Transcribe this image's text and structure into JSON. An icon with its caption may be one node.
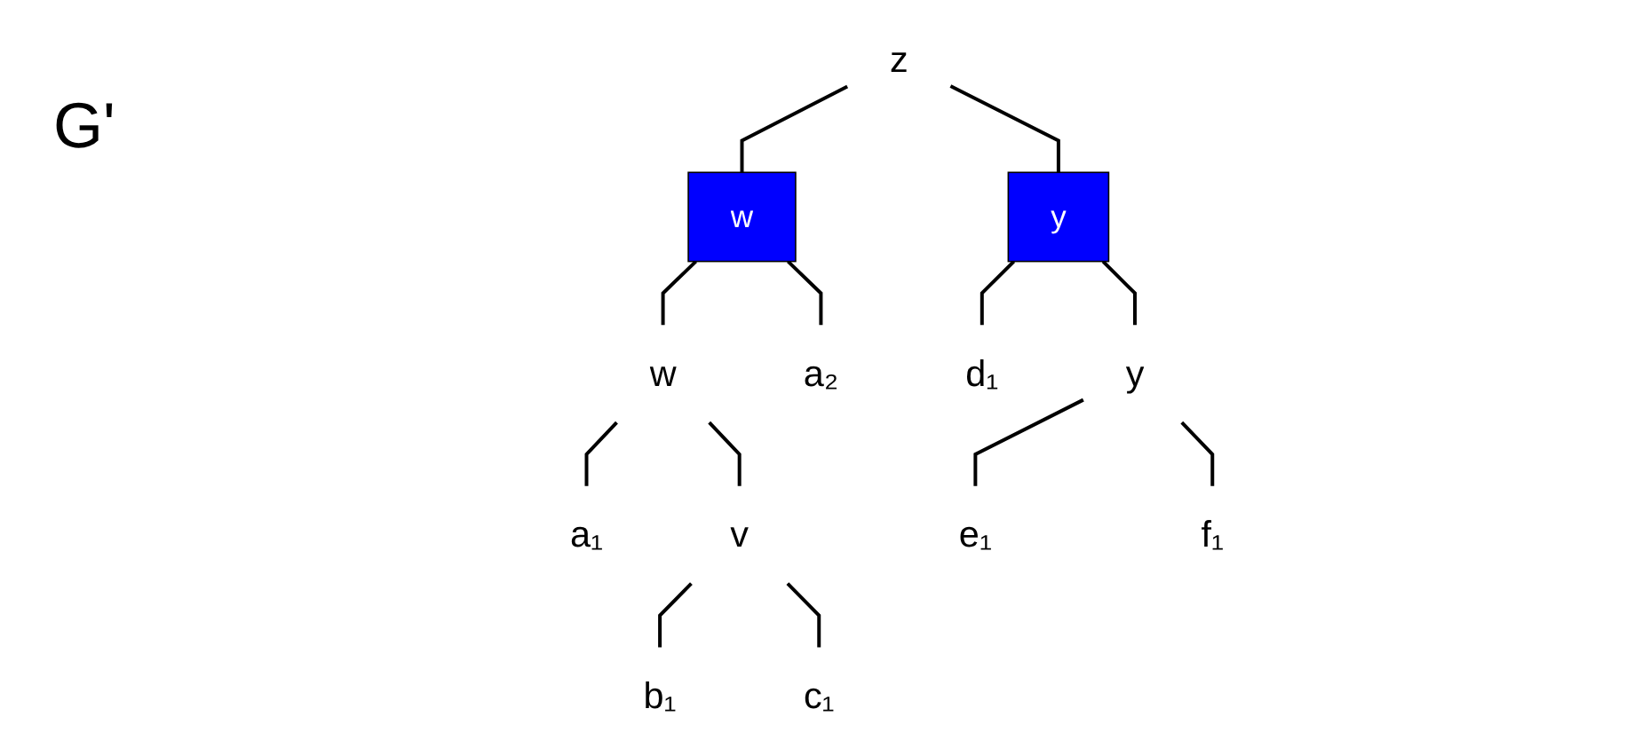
{
  "diagram": {
    "nodes": [
      {
        "text": [
          "z"
        ]
      },
      {
        "text": [
          "w"
        ]
      },
      {
        "text": [
          "y"
        ]
      },
      {
        "text": [
          "w"
        ]
      },
      {
        "text": [
          "y"
        ]
      },
      {
        "text": [
          "v"
        ]
      },
      {
        "text": [
          "a₁"
        ]
      },
      {
        "text": [
          "b₁"
        ]
      },
      {
        "text": [
          "c₁"
        ]
      },
      {
        "text": [
          "a₂"
        ]
      },
      {
        "text": [
          "d₁"
        ]
      },
      {
        "text": [
          "e₁"
        ]
      },
      {
        "text": [
          "f₁"
        ]
      }
    ],
    "edges": [
      {
        "from": 0,
        "to": 1,
        "arrow": "none"
      },
      {
        "from": 0,
        "to": 2,
        "arrow": "none"
      },
      {
        "from": 1,
        "to": 3,
        "arrow": "none"
      },
      {
        "from": 1,
        "to": 9,
        "arrow": "none"
      },
      {
        "from": 3,
        "to": 6,
        "arrow": "none"
      },
      {
        "from": 3,
        "to": 5,
        "arrow": "none"
      },
      {
        "from": 5,
        "to": 7,
        "arrow": "none"
      },
      {
        "from": 5,
        "to": 8,
        "arrow": "none"
      },
      {
        "from": 2,
        "to": 10,
        "arrow": "none"
      },
      {
        "from": 2,
        "to": 4,
        "arrow": "none"
      },
      {
        "from": 4,
        "to": 11,
        "arrow": "none"
      },
      {
        "from": 4,
        "to": 12,
        "arrow": "none"
      }
    ],
    "labels": [
      "G'"
    ]
  }
}
